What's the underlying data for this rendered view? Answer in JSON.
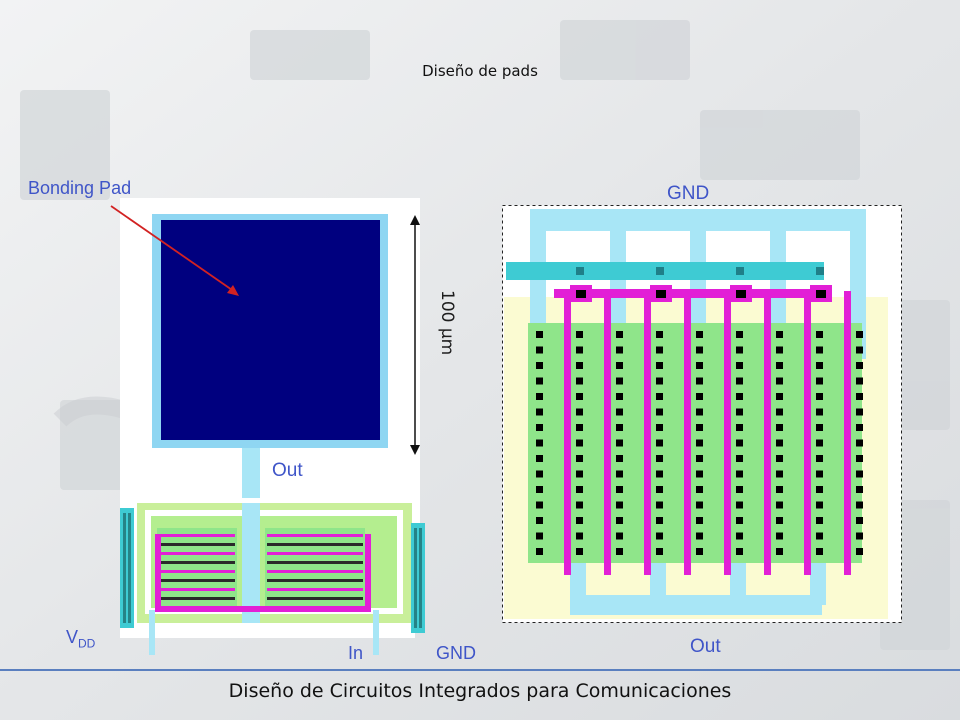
{
  "title": "Diseño de pads",
  "footer": "Diseño de Circuitos Integrados para Comunicaciones",
  "labels": {
    "bonding_pad": "Bonding Pad",
    "gnd_top": "GND",
    "dimension": "100 µm",
    "out_left": "Out",
    "out_right": "Out",
    "vdd_main": "V",
    "vdd_sub": "DD",
    "in": "In",
    "gnd_bottom": "GND"
  },
  "colors": {
    "pad_blue": "#00007f",
    "pad_border": "#8fd6f2",
    "metal_cyan": "#a8e6f6",
    "poly_magenta": "#e21fd6",
    "active_green": "#8fe58a",
    "well_yellow": "#fbfbd2",
    "label_blue": "#3f55c8",
    "arrow_red": "#d22222",
    "contact_black": "#000000"
  }
}
